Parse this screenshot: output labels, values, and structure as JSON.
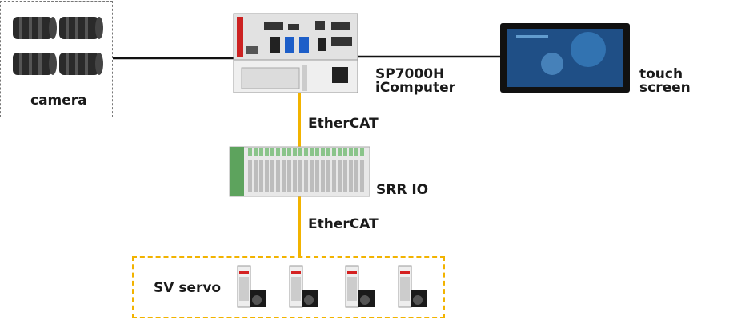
{
  "labels": {
    "camera": "camera",
    "pc_model": "SP7000H",
    "pc_name": "iComputer",
    "touch_line1": "touch",
    "touch_line2": "screen",
    "bus_upper": "EtherCAT",
    "io": "SRR IO",
    "bus_lower": "EtherCAT",
    "servo": "SV servo"
  },
  "colors": {
    "ethercat_line": "#f2b300",
    "cable_line": "#111111",
    "camera_box_border": "#777777",
    "servo_box_border": "#f2b300",
    "servo_accent": "#d42020",
    "io_module_green": "#5da35d"
  },
  "icons": {
    "camera_count": 4,
    "servo_count": 4,
    "io_slices": 22
  }
}
